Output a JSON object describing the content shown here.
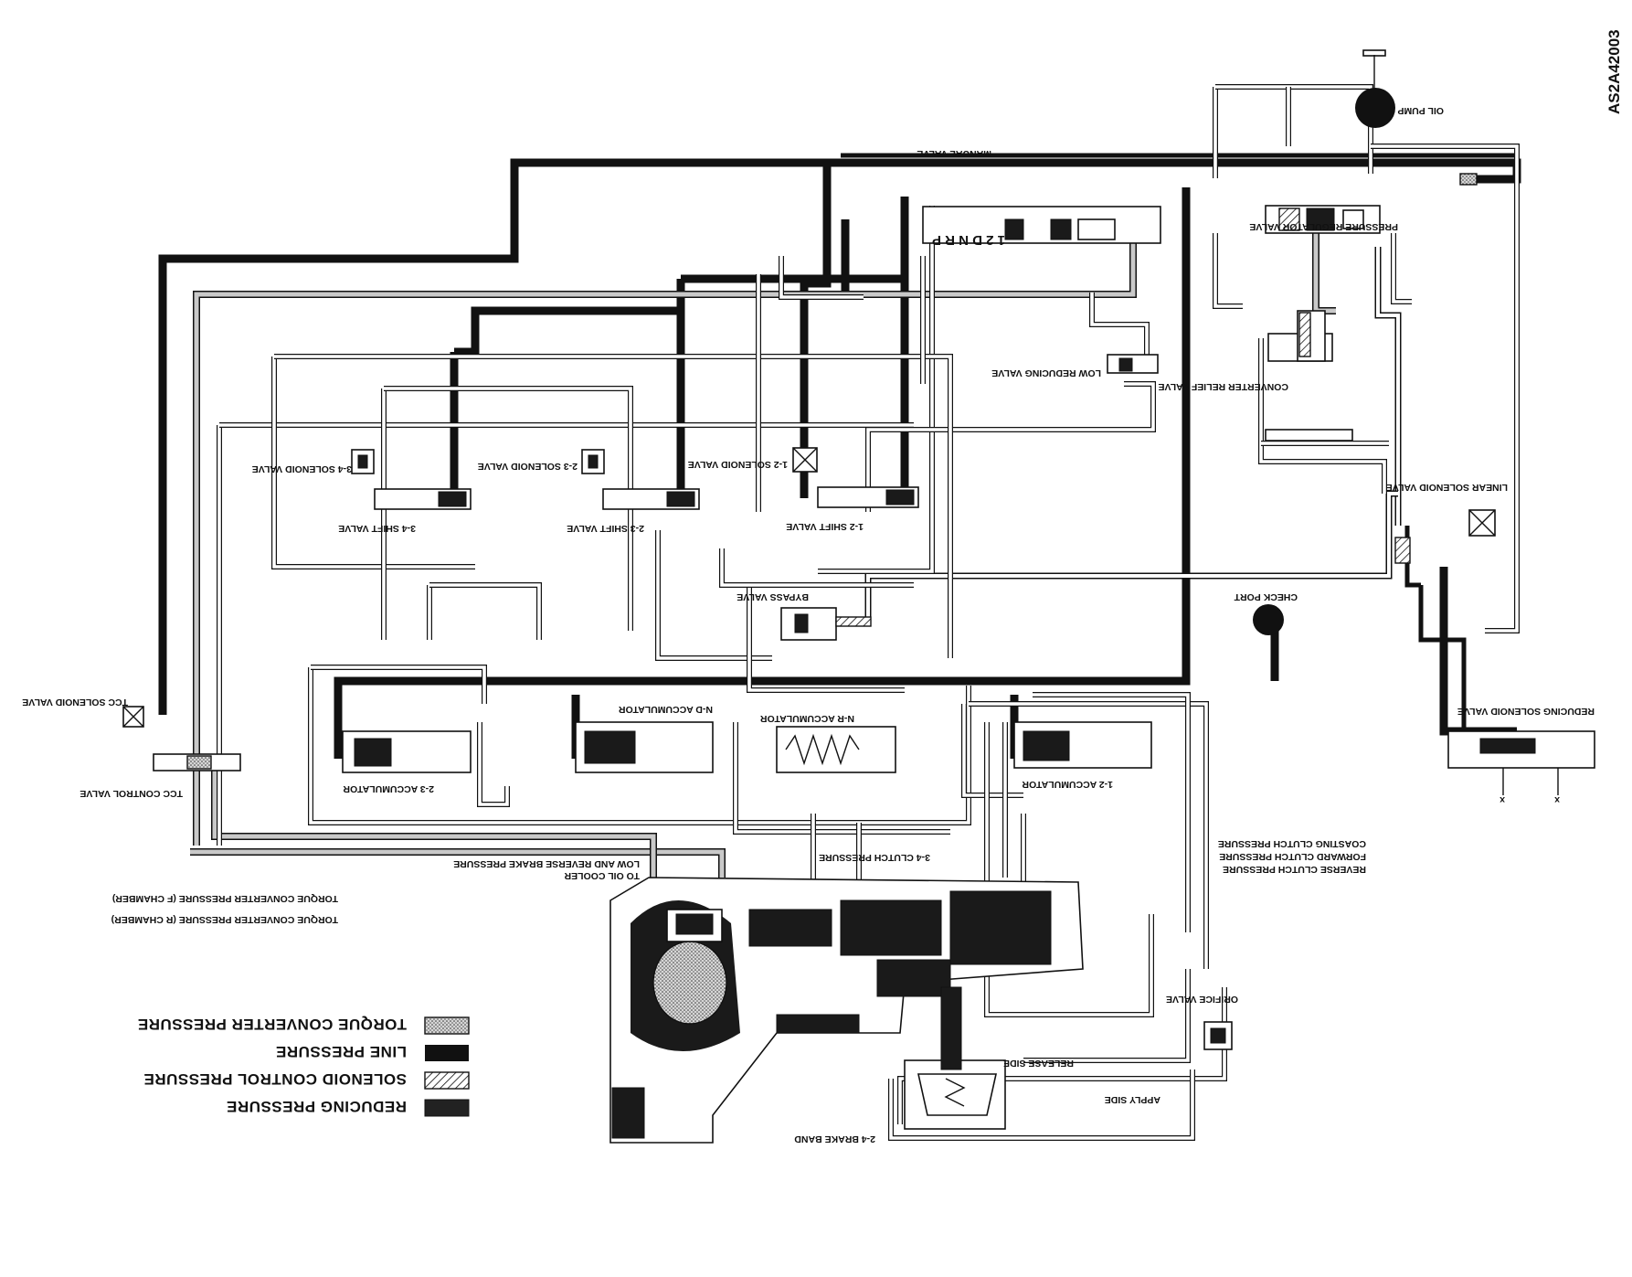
{
  "figure_code": "AS2A42003",
  "labels": {
    "oil_pump": "OIL PUMP",
    "manual_valve": "MANUAL VALVE",
    "manual_positions": "1 2 D N R P",
    "pressure_regulator_valve": "PRESSURE REGULATOR VALVE",
    "low_reducing_valve": "LOW REDUCING VALVE",
    "converter_relief_valve": "CONVERTER RELIEF VALVE",
    "linear_solenoid_valve": "LINEAR SOLENOID VALVE",
    "check_port": "CHECK PORT",
    "solenoid_3_4": "3-4 SOLENOID VALVE",
    "solenoid_2_3": "2-3 SOLENOID VALVE",
    "solenoid_1_2": "1-2 SOLENOID VALVE",
    "shift_3_4": "3-4 SHIFT VALVE",
    "shift_2_3": "2-3 SHIFT VALVE",
    "shift_1_2": "1-2 SHIFT VALVE",
    "bypass_valve": "BYPASS VALVE",
    "tcc_solenoid_valve": "TCC SOLENOID VALVE",
    "tcc_control_valve": "TCC CONTROL VALVE",
    "reducing_solenoid_valve": "REDUCING SOLENOID VALVE",
    "nd_accumulator": "N-D ACCUMULATOR",
    "nr_accumulator": "N-R ACCUMULATOR",
    "accumulator_2_3": "2-3 ACCUMULATOR",
    "accumulator_1_2": "1-2 ACCUMULATOR",
    "coasting_clutch_pressure": "COASTING CLUTCH PRESSURE",
    "forward_clutch_pressure": "FORWARD CLUTCH PRESSURE",
    "reverse_clutch_pressure": "REVERSE CLUTCH PRESSURE",
    "clutch_3_4_pressure": "3-4 CLUTCH PRESSURE",
    "to_oil_cooler": "TO OIL COOLER",
    "low_reverse_brake_pressure": "LOW AND REVERSE BRAKE PRESSURE",
    "tc_pressure_f": "TORQUE CONVERTER PRESSURE (F CHAMBER)",
    "tc_pressure_r": "TORQUE CONVERTER PRESSURE (R CHAMBER)",
    "orifice_valve": "ORIFICE VALVE",
    "release_side": "RELEASE SIDE",
    "apply_side": "APPLY SIDE",
    "brake_band": "2-4 BRAKE BAND",
    "x_mark": "x"
  },
  "legend": [
    {
      "key": "tc",
      "label": "TORQUE CONVERTER PRESSURE"
    },
    {
      "key": "line",
      "label": "LINE PRESSURE"
    },
    {
      "key": "sol",
      "label": "SOLENOID CONTROL PRESSURE"
    },
    {
      "key": "red",
      "label": "REDUCING PRESSURE"
    }
  ]
}
